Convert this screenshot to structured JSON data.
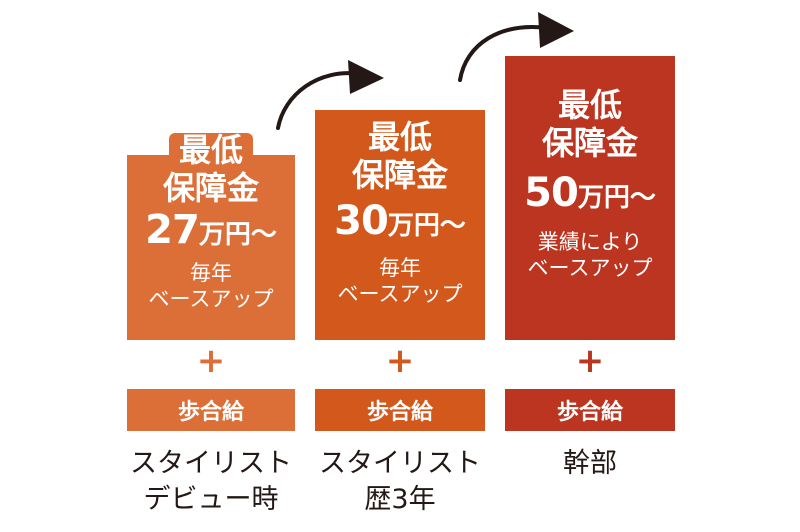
{
  "colors": {
    "stage1": "#dc6f38",
    "stage2": "#d2581b",
    "stage3": "#bb3520",
    "text_dark": "#231815",
    "arrow": "#231815"
  },
  "stages": [
    {
      "heading_line1": "最低",
      "heading_line2": "保障金",
      "amount_number": "27",
      "amount_unit": "万円〜",
      "note_line1": "毎年",
      "note_line2": "ベースアップ",
      "plus": "+",
      "bonus_label": "歩合給",
      "caption_line1": "スタイリスト",
      "caption_line2": "デビュー時"
    },
    {
      "heading_line1": "最低",
      "heading_line2": "保障金",
      "amount_number": "30",
      "amount_unit": "万円〜",
      "note_line1": "毎年",
      "note_line2": "ベースアップ",
      "plus": "+",
      "bonus_label": "歩合給",
      "caption_line1": "スタイリスト",
      "caption_line2": "歴3年"
    },
    {
      "heading_line1": "最低",
      "heading_line2": "保障金",
      "amount_number": "50",
      "amount_unit": "万円〜",
      "note_line1": "業績により",
      "note_line2": "ベースアップ",
      "plus": "+",
      "bonus_label": "歩合給",
      "caption_line1": "幹部",
      "caption_line2": ""
    }
  ],
  "arrows": [
    {
      "icon": "curved-arrow-right-icon"
    },
    {
      "icon": "curved-arrow-right-icon"
    }
  ]
}
